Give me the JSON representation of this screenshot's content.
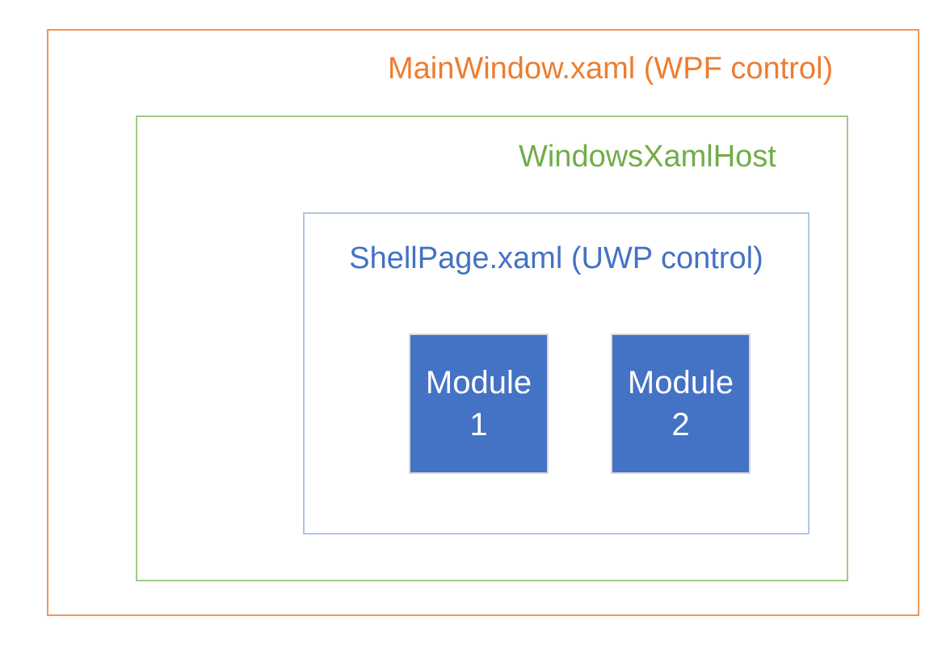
{
  "diagram": {
    "background": "#ffffff",
    "outer_box": {
      "label": "MainWindow.xaml (WPF control)",
      "text_color": "#ed7d31",
      "border_color": "#f0965a"
    },
    "host_box": {
      "label": "WindowsXamlHost",
      "text_color": "#70ad47",
      "border_color": "#a0cc85"
    },
    "shell_box": {
      "label": "ShellPage.xaml (UWP control)",
      "text_color": "#4472c4",
      "border_color": "#aec5e8"
    },
    "modules": [
      {
        "line1": "Module",
        "line2": "1"
      },
      {
        "line1": "Module",
        "line2": "2"
      }
    ],
    "module_style": {
      "fill_color": "#4472c4",
      "border_color": "#d9d9d9",
      "text_color": "#ffffff"
    }
  }
}
